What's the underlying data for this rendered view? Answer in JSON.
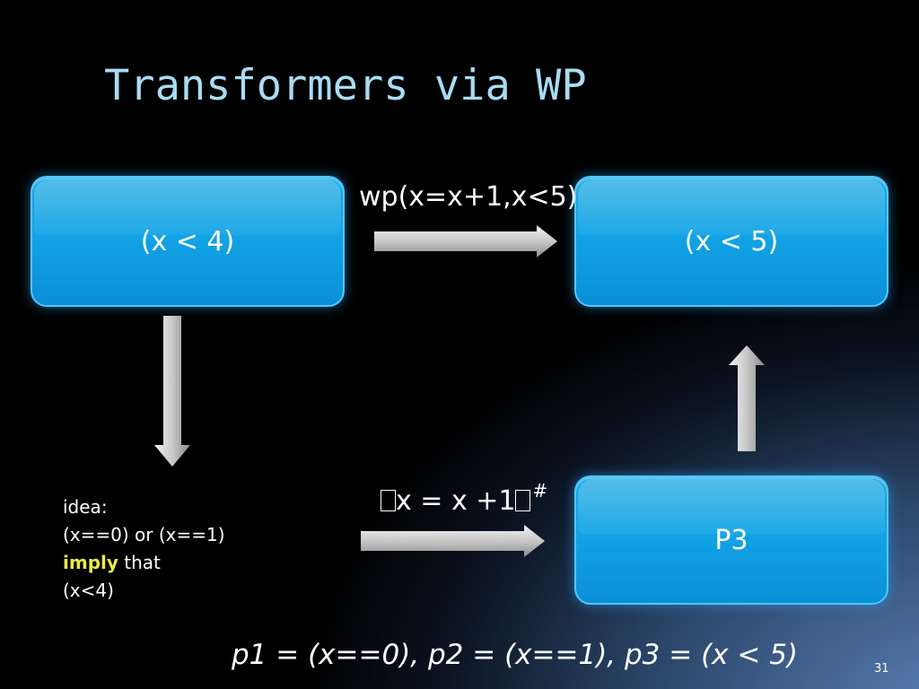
{
  "slide": {
    "title": "Transformers via WP",
    "page_number": "31"
  },
  "boxes": {
    "top_left": "(x < 4)",
    "top_right": "(x < 5)",
    "bottom_right": "P3"
  },
  "arrows": {
    "top_label": "wp(x=x+1,x<5)",
    "bottom_label": "x = x +1",
    "bottom_label_sup": "#"
  },
  "idea": {
    "line1": "idea:",
    "line2": "(x==0) or (x==1)",
    "line3_highlight": "imply",
    "line3_rest": " that",
    "line4": "(x<4)"
  },
  "footer": "p1 = (x==0), p2 = (x==1), p3 = (x < 5)",
  "colors": {
    "title": "#a9dcf2",
    "box_fill": "#12a3e6",
    "box_border": "#4fc8ff",
    "highlight": "#e9e94a",
    "arrow": "#c8c8c8"
  }
}
